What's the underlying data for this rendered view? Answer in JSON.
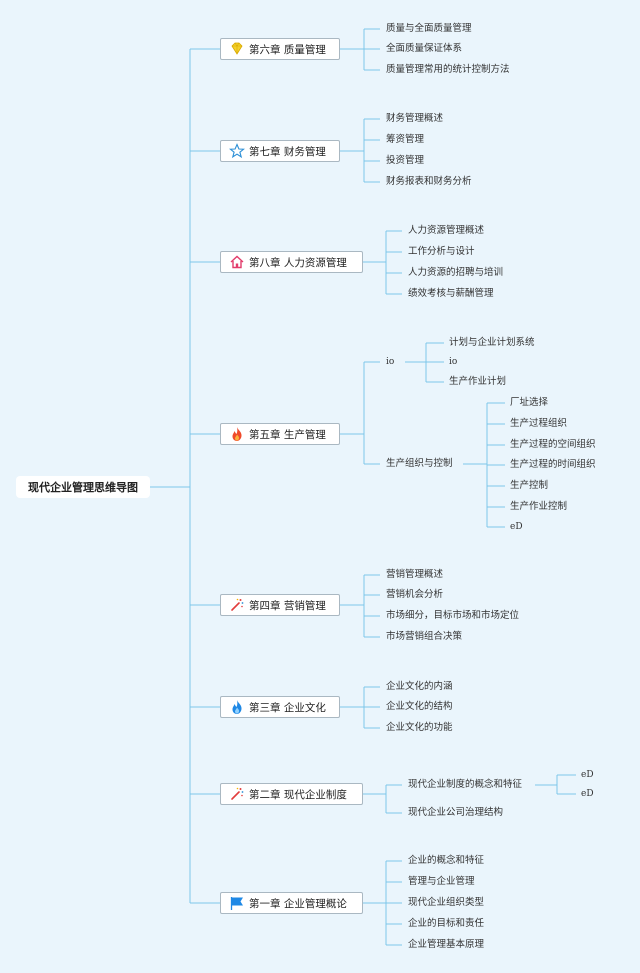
{
  "root": "现代企业管理思维导图",
  "colors": {
    "line": "#7dc6ea",
    "background": "#eaf5fc"
  },
  "chapters": [
    {
      "label": "第六章 质量管理",
      "icon": "diamond-icon",
      "topics": [
        "质量与全面质量管理",
        "全面质量保证体系",
        "质量管理常用的统计控制方法"
      ]
    },
    {
      "label": "第七章 财务管理",
      "icon": "star-icon",
      "topics": [
        "财务管理概述",
        "筹资管理",
        "投资管理",
        "财务报表和财务分析"
      ]
    },
    {
      "label": "第八章 人力资源管理",
      "icon": "home-icon",
      "topics": [
        "人力资源管理概述",
        "工作分析与设计",
        "人力资源的招聘与培训",
        "绩效考核与薪酬管理"
      ]
    },
    {
      "label": "第五章 生产管理",
      "icon": "fire-icon",
      "topics": [
        "io",
        "生产组织与控制"
      ],
      "subtopics": [
        [
          "计划与企业计划系统",
          "io",
          "生产作业计划"
        ],
        [
          "厂址选择",
          "生产过程组织",
          "生产过程的空间组织",
          "生产过程的时间组织",
          "生产控制",
          "生产作业控制",
          "eD"
        ]
      ]
    },
    {
      "label": "第四章 营销管理",
      "icon": "magic-wand-icon",
      "topics": [
        "营销管理概述",
        "营销机会分析",
        "市场细分，目标市场和市场定位",
        "市场营销组合决策"
      ]
    },
    {
      "label": "第三章 企业文化",
      "icon": "flame-blue-icon",
      "topics": [
        "企业文化的内涵",
        "企业文化的结构",
        "企业文化的功能"
      ]
    },
    {
      "label": "第二章 现代企业制度",
      "icon": "magic-wand-icon",
      "topics": [
        "现代企业制度的概念和特征",
        "现代企业公司治理结构"
      ],
      "subtopics": [
        [
          "eD",
          "eD"
        ],
        []
      ]
    },
    {
      "label": "第一章 企业管理概论",
      "icon": "flag-icon",
      "topics": [
        "企业的概念和特征",
        "管理与企业管理",
        "现代企业组织类型",
        "企业的目标和责任",
        "企业管理基本原理"
      ]
    }
  ]
}
